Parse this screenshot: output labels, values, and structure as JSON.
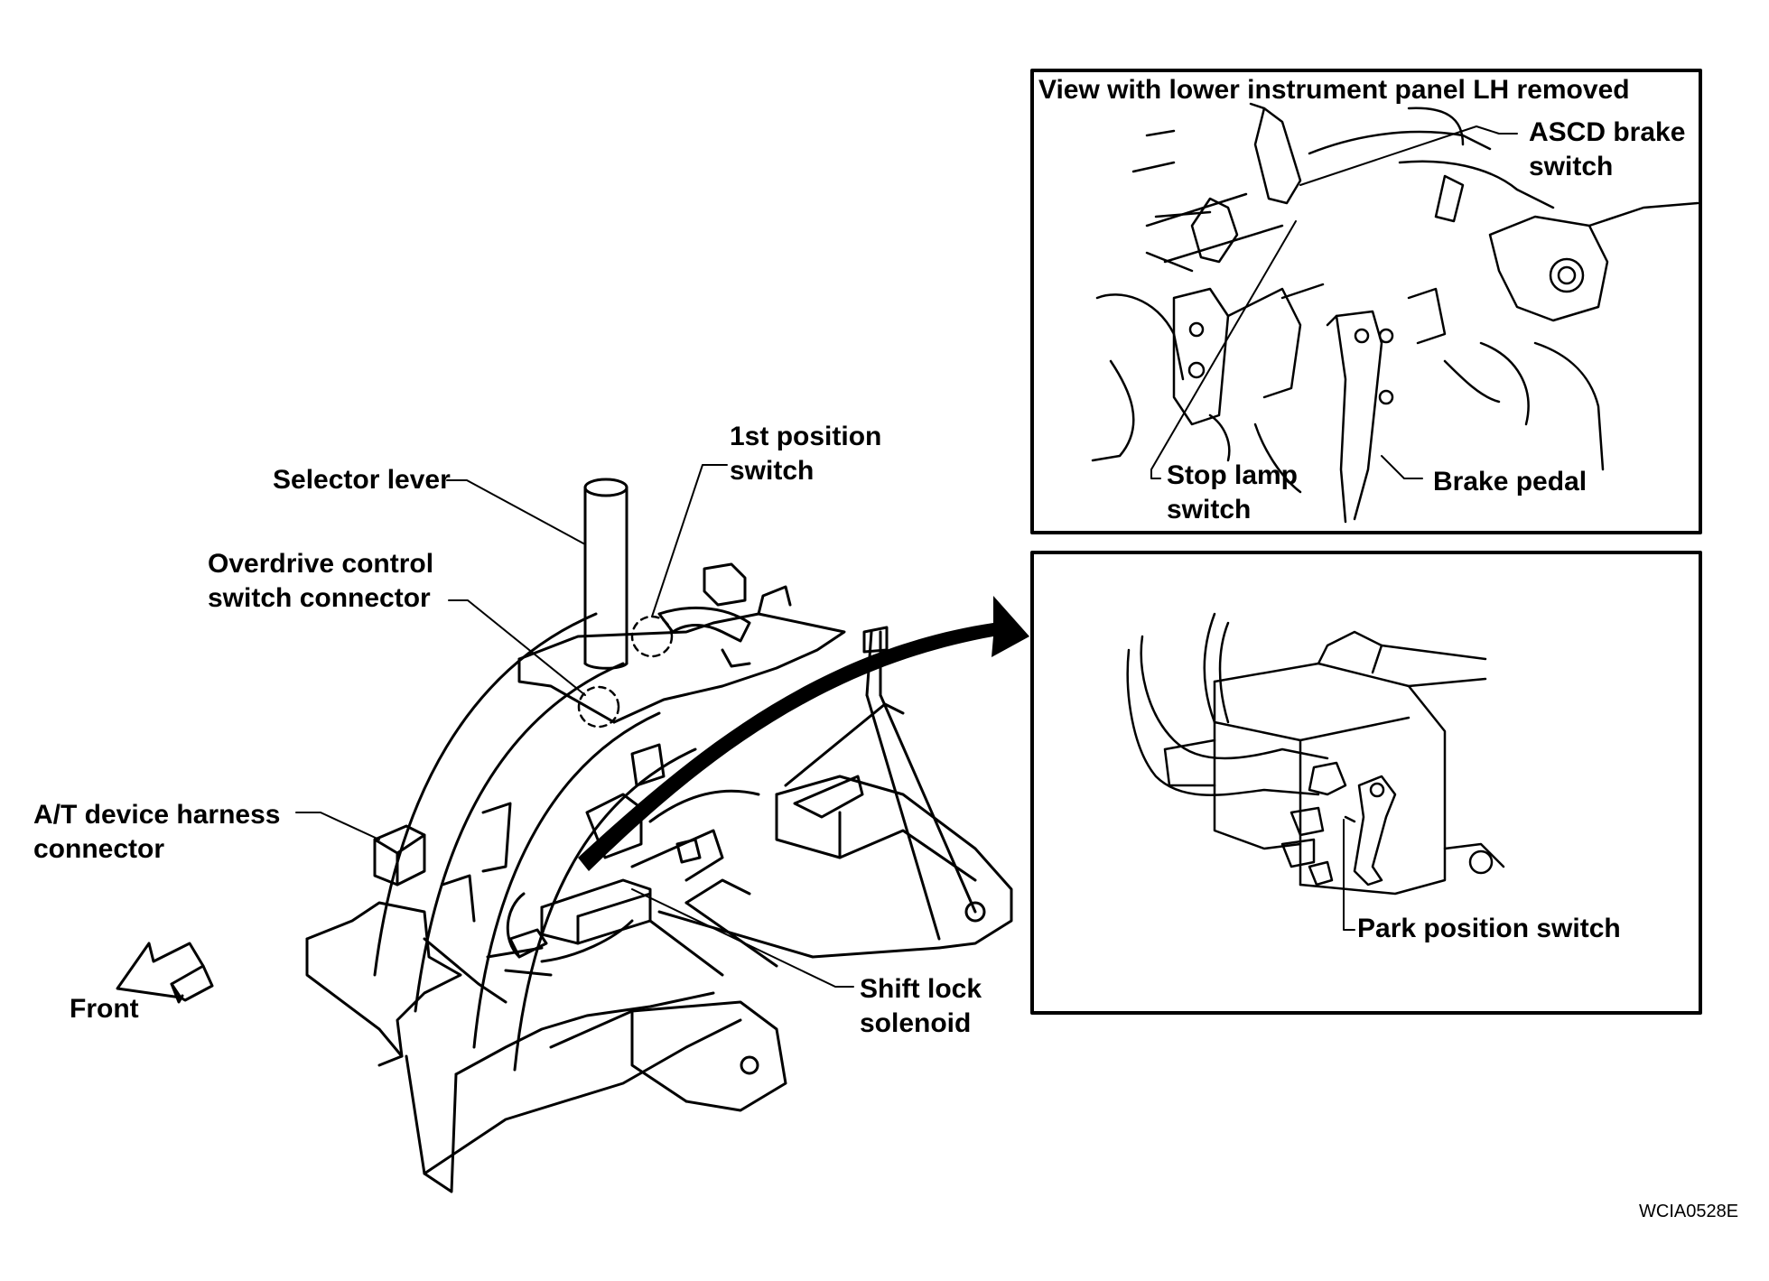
{
  "inset_top": {
    "title": "View with lower instrument panel LH removed",
    "labels": {
      "ascd_brake_switch": [
        "ASCD brake",
        "switch"
      ],
      "stop_lamp_switch": [
        "Stop lamp",
        "switch"
      ],
      "brake_pedal": "Brake pedal"
    }
  },
  "inset_bottom": {
    "labels": {
      "park_position_switch": "Park position switch"
    }
  },
  "main": {
    "labels": {
      "first_position_switch": [
        "1st position",
        "switch"
      ],
      "selector_lever": "Selector lever",
      "overdrive_control_switch_connector": [
        "Overdrive control",
        "switch connector"
      ],
      "at_device_harness_connector": [
        "A/T device harness",
        "connector"
      ],
      "front": "Front",
      "shift_lock_solenoid": [
        "Shift lock",
        "solenoid"
      ]
    }
  },
  "figure_code": "WCIA0528E"
}
